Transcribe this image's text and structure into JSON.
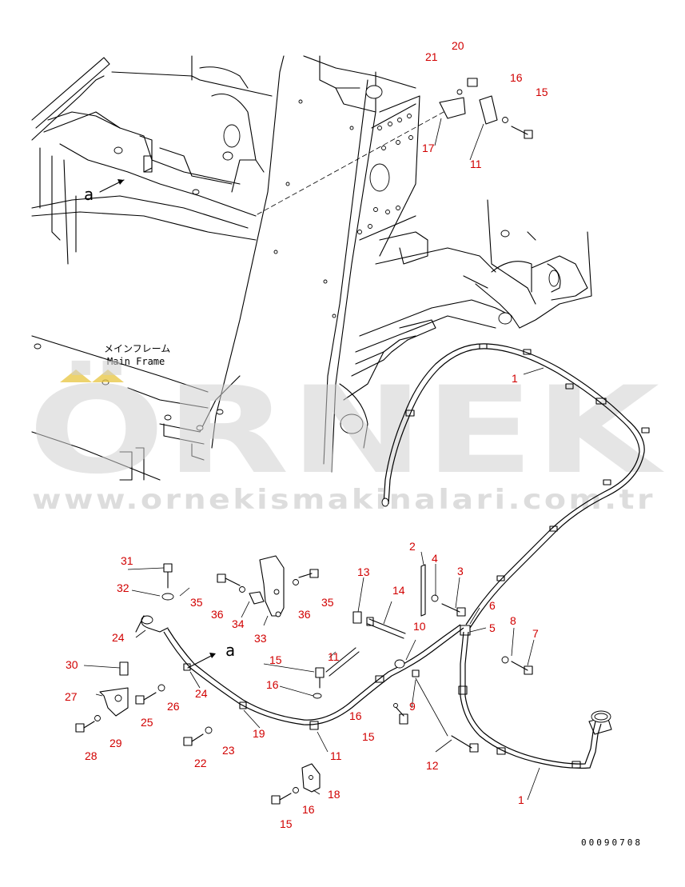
{
  "diagram": {
    "frame_label_jp": "メインフレーム",
    "frame_label_en": "Main Frame",
    "view_ref_upper": "a",
    "view_ref_lower": "a",
    "drawing_number": "00090708"
  },
  "watermark": {
    "brand": "ÖRNEK",
    "url": "www.ornekismakinalari.com.tr",
    "accent_color": "#e8c84a",
    "text_color": "#cfcfcf"
  },
  "callout_color": "#d10000",
  "callouts": {
    "c1a": "1",
    "c1b": "1",
    "c2": "2",
    "c3": "3",
    "c4": "4",
    "c5": "5",
    "c6": "6",
    "c7": "7",
    "c8": "8",
    "c9": "9",
    "c10": "10",
    "c11a": "11",
    "c11b": "11",
    "c11c": "11",
    "c12": "12",
    "c13": "13",
    "c14": "14",
    "c15a": "15",
    "c15b": "15",
    "c15c": "15",
    "c15d": "15",
    "c16a": "16",
    "c16b": "16",
    "c16c": "16",
    "c16d": "16",
    "c17": "17",
    "c18": "18",
    "c19": "19",
    "c20": "20",
    "c21": "21",
    "c22": "22",
    "c23": "23",
    "c24a": "24",
    "c24b": "24",
    "c25": "25",
    "c26": "26",
    "c27": "27",
    "c28": "28",
    "c29": "29",
    "c30": "30",
    "c31": "31",
    "c32": "32",
    "c33": "33",
    "c34": "34",
    "c35a": "35",
    "c35b": "35",
    "c36a": "36",
    "c36b": "36"
  }
}
